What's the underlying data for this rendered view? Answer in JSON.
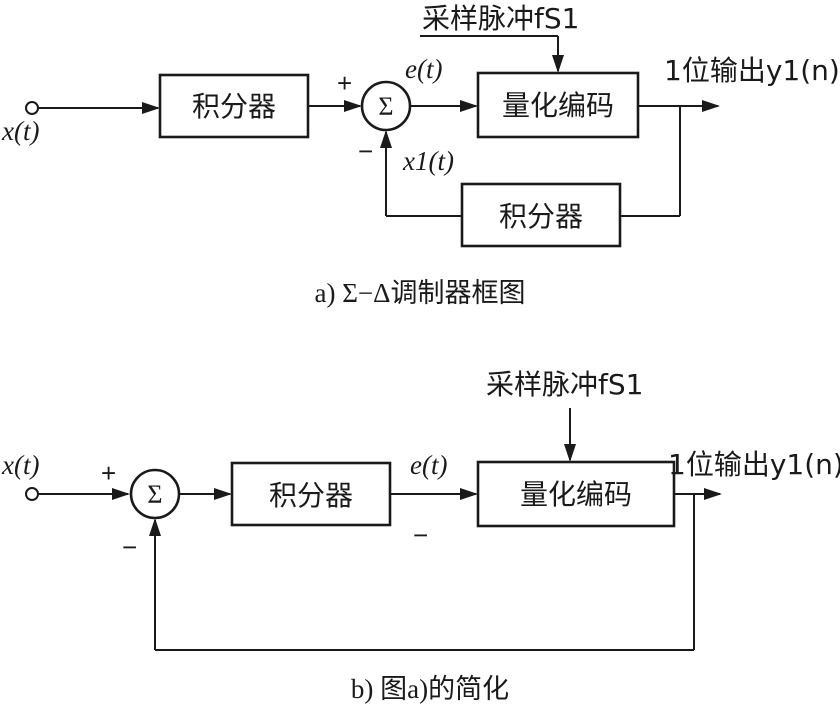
{
  "diagram_a": {
    "caption": "a) Σ−Δ调制器框图",
    "input_label": "x(t)",
    "integrator_label": "积分器",
    "feedback_integrator_label": "积分器",
    "sum_symbol": "Σ",
    "plus_sign": "+",
    "minus_sign": "−",
    "error_label": "e(t)",
    "feedback_signal_label": "x1(t)",
    "quantizer_label": "量化编码",
    "clock_label": "采样脉冲fS1",
    "output_label": "1位输出y1(n)"
  },
  "diagram_b": {
    "caption": "b) 图a)的简化",
    "input_label": "x(t)",
    "integrator_label": "积分器",
    "sum_symbol": "Σ",
    "plus_sign": "+",
    "minus_sign": "−",
    "error_label": "e(t)",
    "quantizer_label": "量化编码",
    "clock_label": "采样脉冲fS1",
    "output_label": "1位输出y1(n)"
  }
}
